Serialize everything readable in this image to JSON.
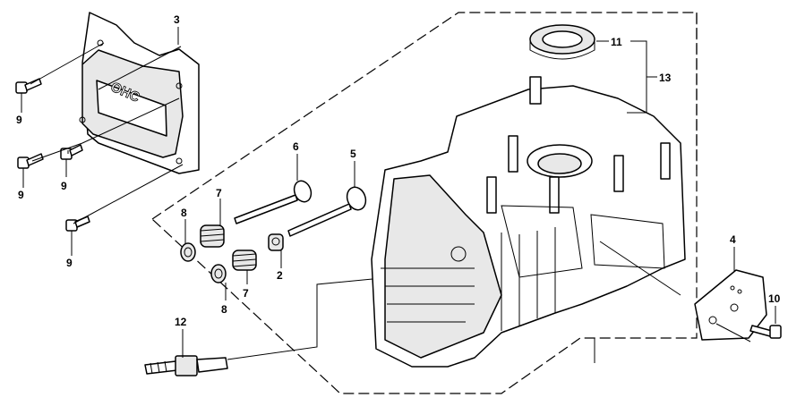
{
  "callouts": {
    "c2": "2",
    "c3": "3",
    "c4": "4",
    "c5": "5",
    "c6": "6",
    "c7a": "7",
    "c7b": "7",
    "c8a": "8",
    "c8b": "8",
    "c9a": "9",
    "c9b": "9",
    "c9c": "9",
    "c9d": "9",
    "c10": "10",
    "c11": "11",
    "c12": "12",
    "c13": "13"
  },
  "cover_emboss": "OHC"
}
